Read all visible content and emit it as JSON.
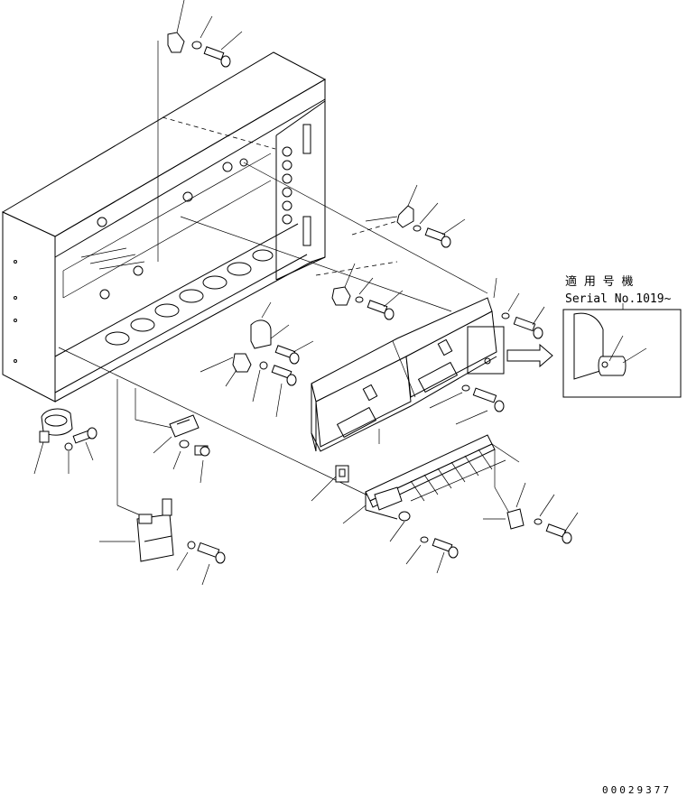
{
  "annotation": {
    "applicable_model_label": "適 用 号 機",
    "serial_label": "Serial No.1019~"
  },
  "drawing_code": "00029377",
  "colors": {
    "line": "#000000",
    "background": "#ffffff"
  },
  "icons": {
    "inset_arrow": "right-arrow-icon"
  }
}
